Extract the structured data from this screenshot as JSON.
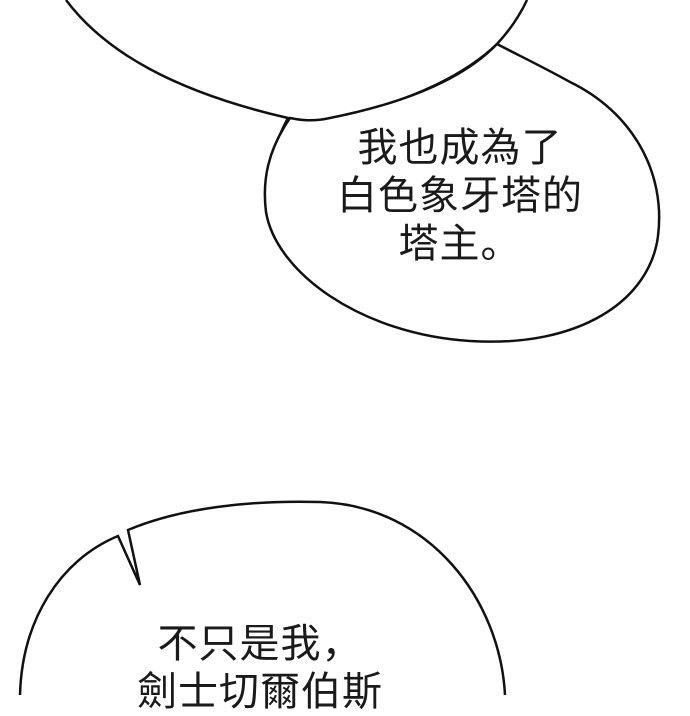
{
  "bubble_top": {
    "lines": [
      "我也成為了",
      "白色象牙塔的",
      "塔主。"
    ]
  },
  "bubble_bottom": {
    "lines": [
      "不只是我，",
      "劍士切爾伯斯"
    ]
  },
  "colors": {
    "background": "#ffffff",
    "outline": "#111111",
    "text": "#1a1a1a"
  }
}
